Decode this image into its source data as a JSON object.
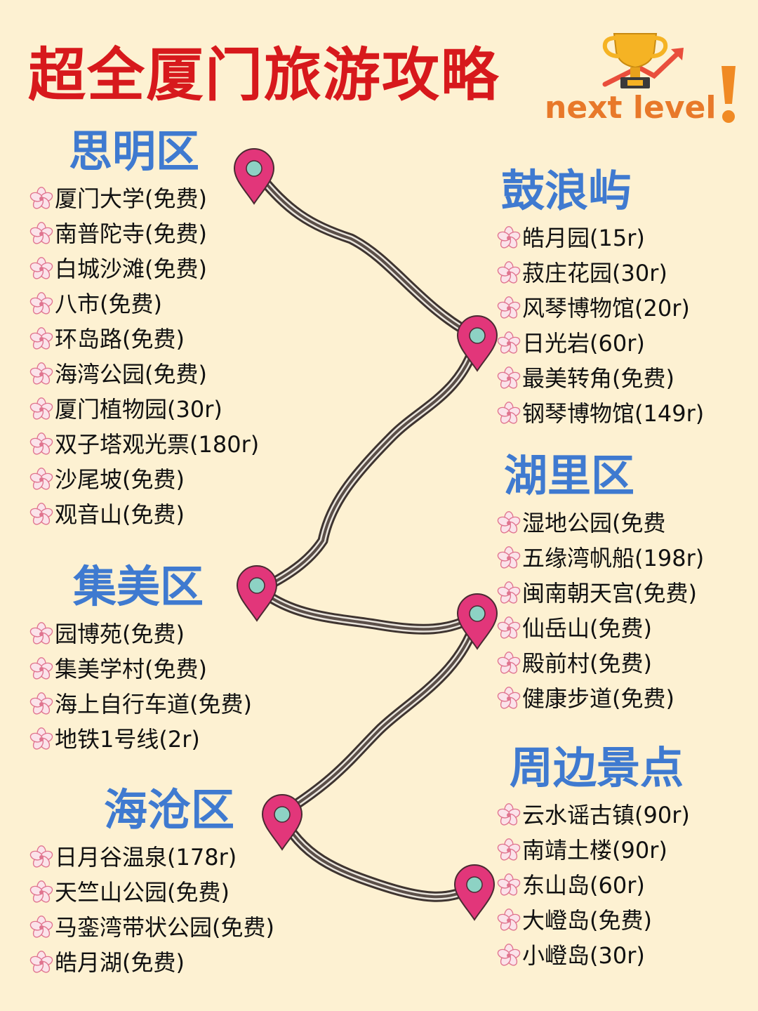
{
  "page": {
    "title": "超全厦门旅游攻略",
    "logo_text": "next level",
    "logo_mark": "!"
  },
  "colors": {
    "background": "#fdf1d2",
    "title": "#d7191c",
    "section_title": "#3f7ad0",
    "pin": "#e2367a",
    "pin_center": "#8dd2c4",
    "road": "#5a4e48",
    "logo": "#e8792a"
  },
  "icons": {
    "bullet": "sakura-flower-icon",
    "route_marker": "map-pin-icon",
    "logo": "trophy-icon"
  },
  "sections": {
    "siming": {
      "title": "思明区",
      "items": [
        "厦门大学(免费)",
        "南普陀寺(免费)",
        "白城沙滩(免费)",
        "八市(免费)",
        "环岛路(免费)",
        "海湾公园(免费)",
        "厦门植物园(30r)",
        "双子塔观光票(180r)",
        "沙尾坡(免费)",
        "观音山(免费)"
      ]
    },
    "gulangyu": {
      "title": "鼓浪屿",
      "items": [
        "皓月园(15r)",
        "菽庄花园(30r)",
        "风琴博物馆(20r)",
        "日光岩(60r)",
        "最美转角(免费)",
        "钢琴博物馆(149r)"
      ]
    },
    "huli": {
      "title": "湖里区",
      "items": [
        "湿地公园(免费",
        "五缘湾帆船(198r)",
        "闽南朝天宫(免费)",
        "仙岳山(免费)",
        "殿前村(免费)",
        "健康步道(免费)"
      ]
    },
    "jimei": {
      "title": "集美区",
      "items": [
        "园博苑(免费)",
        "集美学村(免费)",
        "海上自行车道(免费)",
        "地铁1号线(2r)"
      ]
    },
    "zhoubian": {
      "title": "周边景点",
      "items": [
        "云水谣古镇(90r)",
        "南靖土楼(90r)",
        "东山岛(60r)",
        "大嶝岛(免费)",
        "小嶝岛(30r)"
      ]
    },
    "haicang": {
      "title": "海沧区",
      "items": [
        "日月谷温泉(178r)",
        "天竺山公园(免费)",
        "马銮湾带状公园(免费)",
        "皓月湖(免费)"
      ]
    }
  }
}
